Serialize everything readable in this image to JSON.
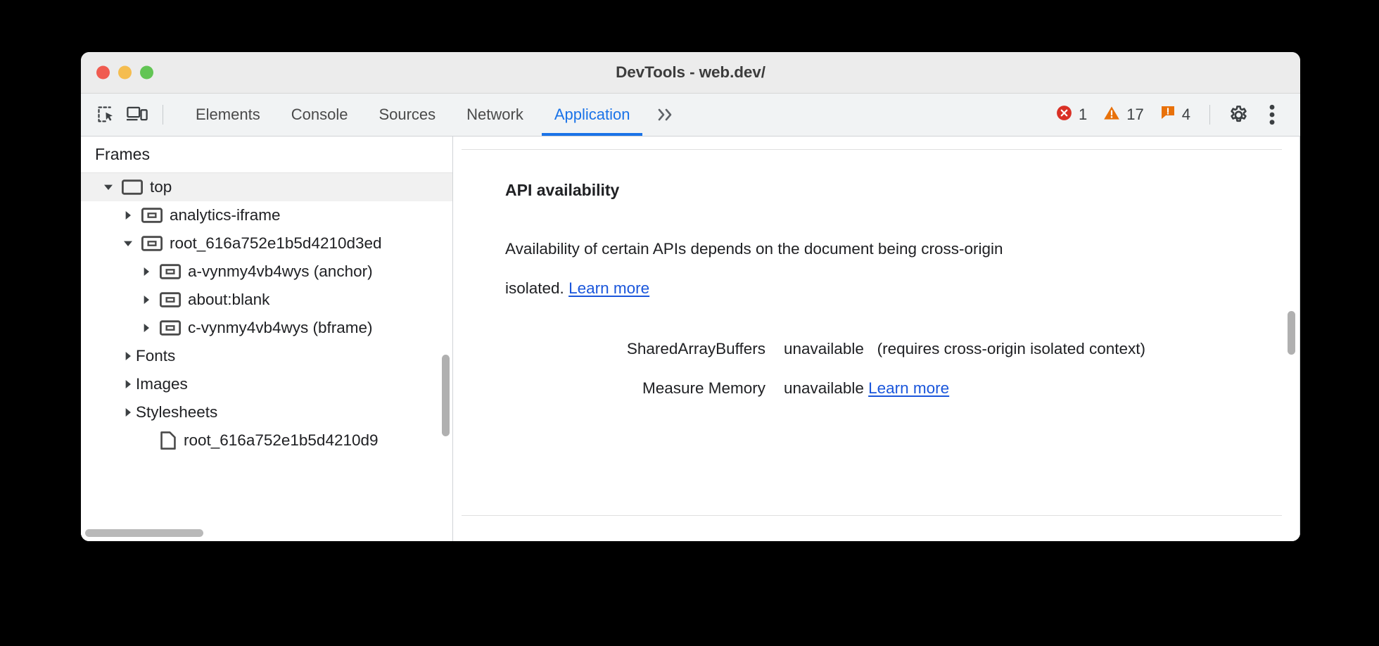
{
  "window": {
    "title": "DevTools - web.dev/",
    "traffic_lights": [
      "close",
      "minimize",
      "zoom"
    ]
  },
  "toolbar": {
    "inspect_icon": "inspect-element-icon",
    "device_icon": "device-toolbar-icon",
    "tabs": [
      {
        "label": "Elements",
        "active": false
      },
      {
        "label": "Console",
        "active": false
      },
      {
        "label": "Sources",
        "active": false
      },
      {
        "label": "Network",
        "active": false
      },
      {
        "label": "Application",
        "active": true
      }
    ],
    "more_tabs_label": "»",
    "counters": [
      {
        "name": "errors",
        "icon": "error-icon",
        "value": "1",
        "color": "#d93025"
      },
      {
        "name": "warnings",
        "icon": "warning-icon",
        "value": "17",
        "color": "#e8710a"
      },
      {
        "name": "issues",
        "icon": "issue-icon",
        "value": "4",
        "color": "#e8710a"
      }
    ],
    "settings_icon": "gear-icon",
    "more_icon": "three-dot-menu-icon",
    "accent_color": "#1a73e8"
  },
  "sidebar": {
    "header": "Frames",
    "tree": [
      {
        "label": "top",
        "indent": 0,
        "twisty": "expanded",
        "icon": "frame-icon",
        "selected": true
      },
      {
        "label": "analytics-iframe",
        "indent": 1,
        "twisty": "collapsed",
        "icon": "iframe-icon",
        "selected": false
      },
      {
        "label": "root_616a752e1b5d4210d3ed",
        "indent": 1,
        "twisty": "expanded",
        "icon": "iframe-icon",
        "selected": false
      },
      {
        "label": "a-vynmy4vb4wys (anchor)",
        "indent": 2,
        "twisty": "collapsed",
        "icon": "iframe-icon",
        "selected": false
      },
      {
        "label": "about:blank",
        "indent": 2,
        "twisty": "collapsed",
        "icon": "iframe-icon",
        "selected": false
      },
      {
        "label": "c-vynmy4vb4wys (bframe)",
        "indent": 2,
        "twisty": "collapsed",
        "icon": "iframe-icon",
        "selected": false
      },
      {
        "label": "Fonts",
        "indent": 1,
        "twisty": "collapsed",
        "icon": "none",
        "selected": false
      },
      {
        "label": "Images",
        "indent": 1,
        "twisty": "collapsed",
        "icon": "none",
        "selected": false
      },
      {
        "label": "Stylesheets",
        "indent": 1,
        "twisty": "collapsed",
        "icon": "none",
        "selected": false
      },
      {
        "label": "root_616a752e1b5d4210d9",
        "indent": 2,
        "twisty": "none",
        "icon": "document-icon",
        "selected": false
      }
    ]
  },
  "main": {
    "section_title": "API availability",
    "description_part1": "Availability of certain APIs depends on the document being cross-origin isolated. ",
    "description_link": "Learn more",
    "rows": [
      {
        "key": "SharedArrayBuffers",
        "value": "unavailable",
        "note": "(requires cross-origin isolated context)",
        "link": ""
      },
      {
        "key": "Measure Memory",
        "value": "unavailable",
        "note": "",
        "link": "Learn more"
      }
    ],
    "link_color": "#1a56db"
  }
}
